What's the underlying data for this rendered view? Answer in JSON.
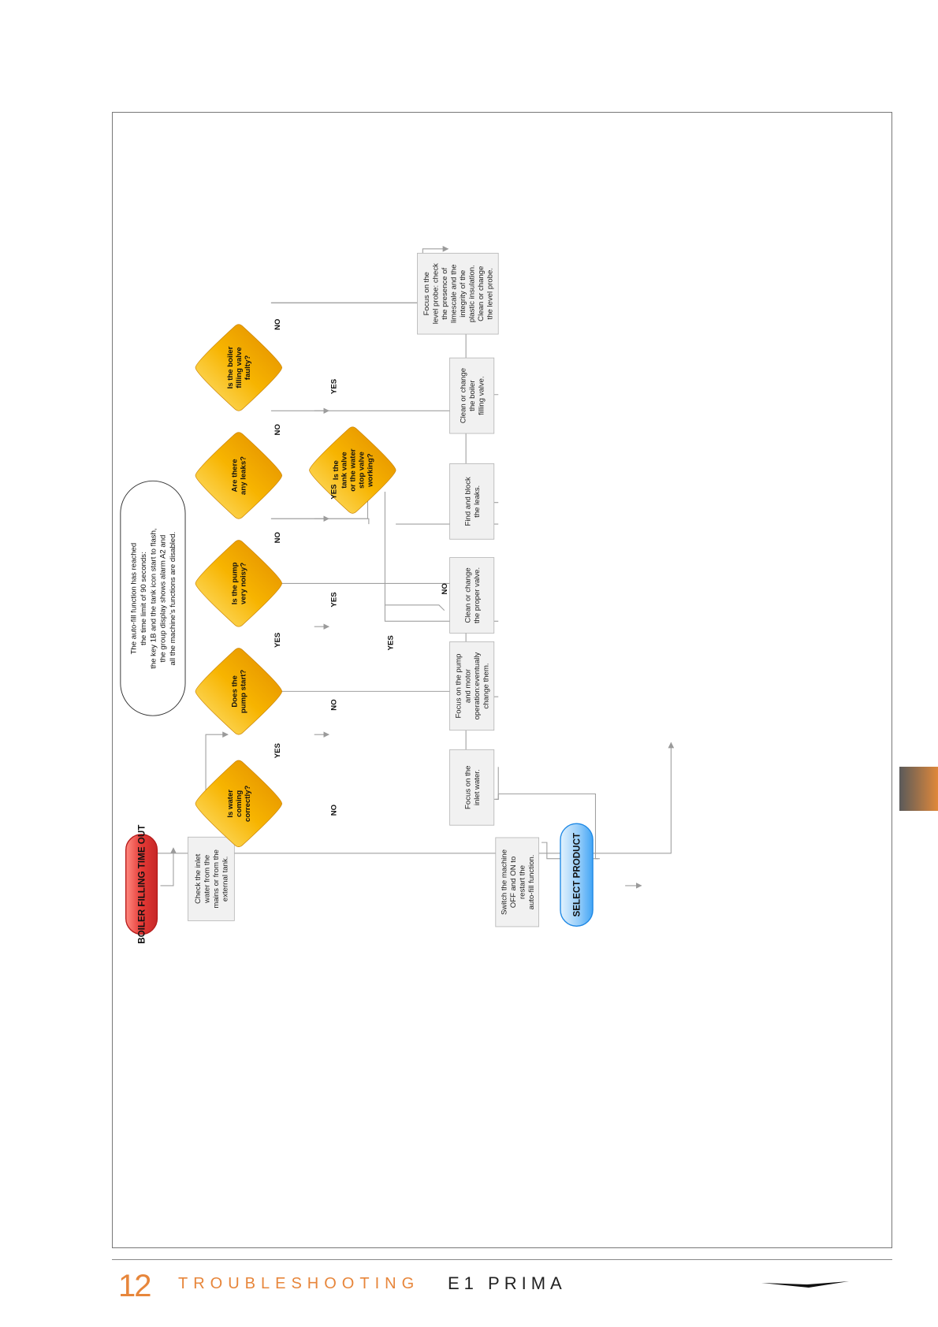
{
  "nodes": {
    "start": "BOILER FILLING TIME OUT",
    "check_inlet": [
      "Check the inlet",
      "water from the",
      "mains or from the",
      "external tank."
    ],
    "note": [
      "The auto-fill function has reached",
      "the time limit of 90 seconds:",
      "the key 1B and the tank icon start to flash,",
      "the group display shows alarm A2 and",
      "all the machine’s functions are disabled."
    ],
    "q_water": [
      "Is water",
      "coming",
      "correctly?"
    ],
    "q_pump_start": [
      "Does the",
      "pump start?"
    ],
    "q_pump_noisy": [
      "Is the pump",
      "very noisy?"
    ],
    "q_tank_valve": [
      "Is the",
      "tank valve",
      "or the water",
      "stop valve",
      "working?"
    ],
    "q_leaks": [
      "Are there",
      "any leaks?"
    ],
    "q_boiler_valve": [
      "Is the boiler",
      "filling valve",
      "faulty?"
    ],
    "a_inlet": [
      "Focus on the",
      "inlet water."
    ],
    "a_pump_motor": [
      "Focus on the pump",
      "and motor",
      "operation:eventually",
      "change them."
    ],
    "a_proper_valve": [
      "Clean or change",
      "the proper valve."
    ],
    "a_leaks": [
      "Find and block",
      "the leaks."
    ],
    "a_boiler_valve": [
      "Clean or change",
      "the boiler",
      "filling valve."
    ],
    "a_level_probe": [
      "Focus on the",
      "level probe: check",
      "the presence of",
      "limescale and the",
      "integrity of the",
      "plastic insulation.",
      "Clean or change",
      "the level probe."
    ],
    "switch": [
      "Switch the machine",
      "OFF and ON to",
      "restart the",
      "auto-fill function."
    ],
    "end": "SELECT PRODUCT"
  },
  "labels": {
    "yes": "YES",
    "no": "NO"
  },
  "footer": {
    "page": "12",
    "section": "TROUBLESHOOTING",
    "brand": "E1 PRIMA"
  },
  "colors": {
    "start": "#e53935",
    "diamond": "#f5a800",
    "end": "#64b5f6",
    "box": "#f1f1f1",
    "line": "#9a9a9a",
    "accent": "#e7863b"
  }
}
